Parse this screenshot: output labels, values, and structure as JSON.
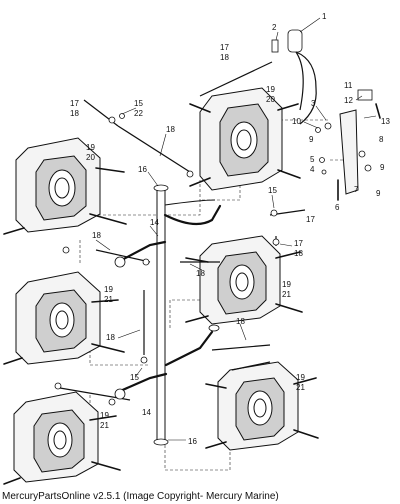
{
  "footer": {
    "caption": "MercuryPartsOnline v2.5.1 (Image Copyright- Mercury Marine)"
  },
  "callouts": {
    "c1": "1",
    "c2": "2",
    "c3": "3",
    "c4": "4",
    "c5": "5",
    "c6": "6",
    "c7": "7",
    "c8": "8",
    "c9a": "9",
    "c9b": "9",
    "c9c": "9",
    "c10": "10",
    "c11": "11",
    "c12": "12",
    "c13": "13",
    "c14a": "14",
    "c14b": "14",
    "c15a": "15",
    "c15b": "15",
    "c15c": "15",
    "c16a": "16",
    "c16b": "16",
    "c17a": "17",
    "c18a": "18",
    "c17b": "17",
    "c18b": "18",
    "c17c": "17",
    "c17d": "17",
    "c18d": "18",
    "c18c": "18",
    "c18e": "18",
    "c18f": "18",
    "c18g": "18",
    "c18h": "18",
    "c19a": "19",
    "c20a": "20",
    "c19b": "19",
    "c20b": "20",
    "c19c": "19",
    "c21c": "21",
    "c19d": "19",
    "c21d": "21",
    "c19e": "19",
    "c21e": "21",
    "c19f": "19",
    "c21f": "21",
    "c22": "22"
  }
}
